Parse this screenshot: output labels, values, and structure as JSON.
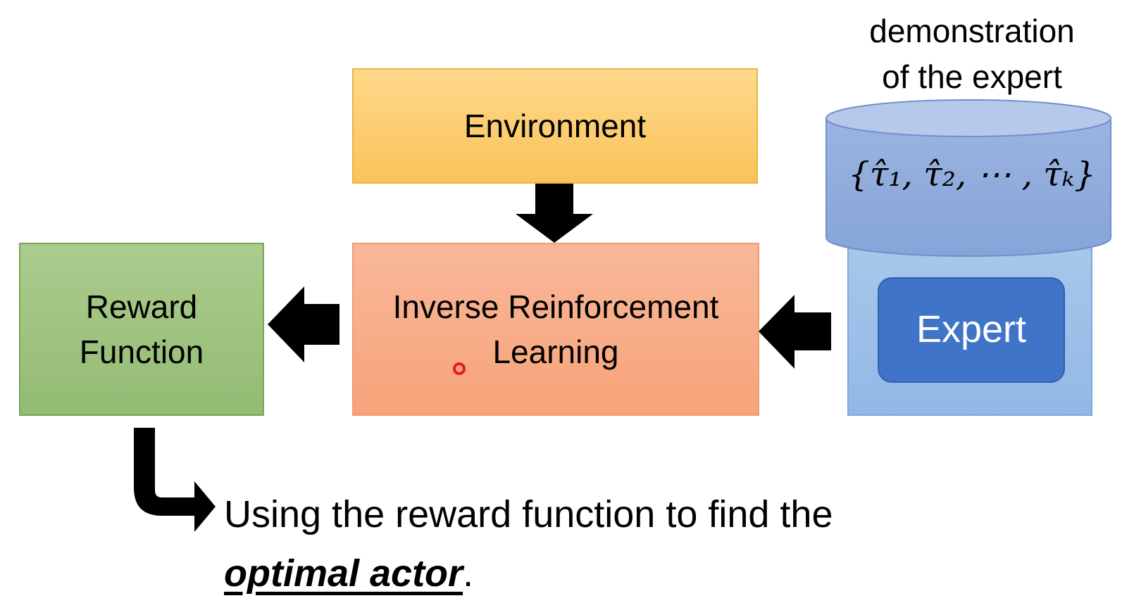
{
  "diagram": {
    "environment_label": "Environment",
    "irl_label_line1": "Inverse Reinforcement",
    "irl_label_line2": "Learning",
    "reward_label_line1": "Reward",
    "reward_label_line2": "Function",
    "expert_label": "Expert",
    "demo_label_line1": "demonstration",
    "demo_label_line2": "of the expert",
    "demo_set": "{τ̂₁, τ̂₂, ⋯ , τ̂ₖ}",
    "caption_text": "Using the reward function to find the",
    "caption_emphasis": "optimal actor",
    "caption_period": "."
  },
  "colors": {
    "environment": "#f9c35a",
    "irl": "#f7a37a",
    "reward": "#93bb73",
    "store": "#93b8e6",
    "cylinder": "#8eaadb",
    "expert": "#3f74c8",
    "arrow": "#000000",
    "pointer_dot": "#e81c1c"
  }
}
